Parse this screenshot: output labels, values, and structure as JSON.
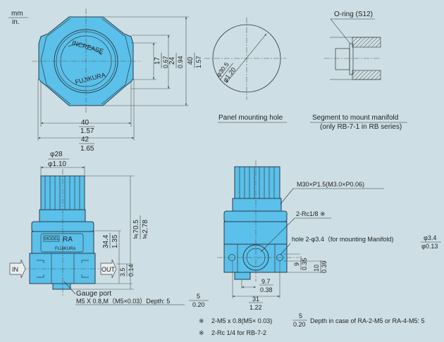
{
  "units": {
    "mm": "mm",
    "in": "in."
  },
  "top_view": {
    "knob_text_increase": "INCREASE",
    "knob_text_brand": "FUJIKURA",
    "dim_17": {
      "mm": "17",
      "in": "0.67"
    },
    "dim_24": {
      "mm": "24",
      "in": "0.94"
    },
    "dim_40v": {
      "mm": "40",
      "in": "1.57"
    },
    "dim_40h": {
      "mm": "40",
      "in": "1.57"
    },
    "dim_42": {
      "mm": "42",
      "in": "1.65"
    }
  },
  "panel_hole": {
    "dia_mm": "φ30.5",
    "dia_in": "φ1.20",
    "caption": "Panel mounting hole"
  },
  "manifold": {
    "oring": "O-ring (S12)",
    "caption": "Segment to mount manifold",
    "caption2": "(only RB-7-1 in RB series)"
  },
  "side_view": {
    "dia_mm": "φ28",
    "dia_in": "φ1.10",
    "height_mm": "≒70.5",
    "height_in": "≒2.78",
    "dim_34": {
      "mm": "34.4",
      "in": "1.35"
    },
    "dim_3": {
      "mm": "3.5",
      "in": "0.14"
    },
    "label_model": "MODEL",
    "label_ra": "RA",
    "label_brand": "FUJIKURA",
    "in": "IN",
    "out": "OUT",
    "gauge_title": "Gauge port",
    "gauge_spec": "M5 X 0.8,M（M5×0.03）Depth: 5",
    "gauge_depth": {
      "mm": "5",
      "in": "0.20"
    }
  },
  "front_view": {
    "thread": "M30×P1.5(M3.0×P0.06)",
    "port": "2-Rc1/8 ※",
    "hole": "hole 2-φ3.4（for mounting Manifold)",
    "hole_dim": {
      "mm": "φ3.4",
      "in": "φ0.13"
    },
    "dim_9": {
      "mm": "9",
      "in": "0.35"
    },
    "dim_10": {
      "mm": "10",
      "in": "0.39"
    },
    "dim_97": {
      "mm": "9.7",
      "in": "0.38"
    },
    "dim_31": {
      "mm": "31",
      "in": "1.22"
    }
  },
  "notes": [
    {
      "mark": "※",
      "text": "2-M5 x 0.8(M5× 0.03)",
      "depth_mm": "5",
      "depth_in": "0.20",
      "text2": "Depth in case of RA-2-M5 or RA-4-M5: 5"
    },
    {
      "mark": "※",
      "text": "2-Rc 1/4 for RB-7-2"
    }
  ]
}
